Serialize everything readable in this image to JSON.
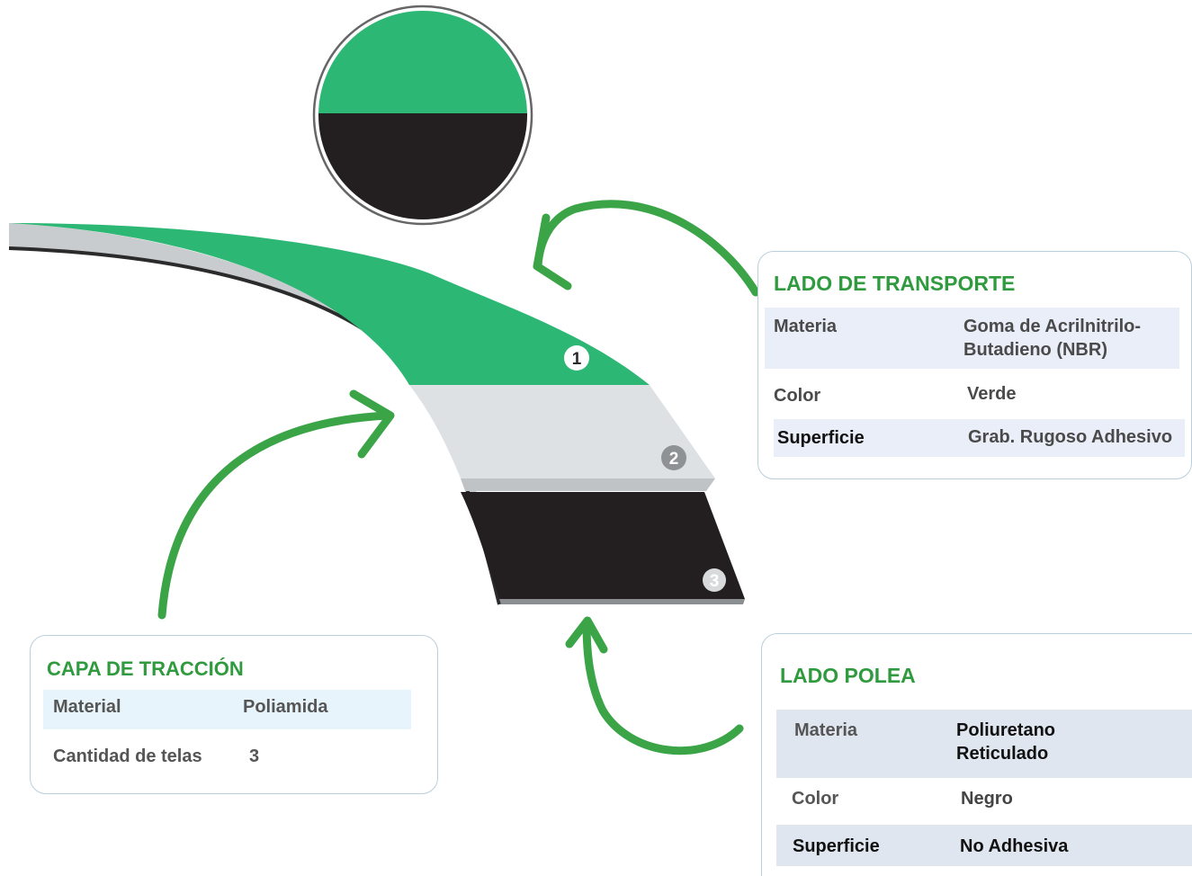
{
  "colors": {
    "accent_green": "#2db774",
    "label_green": "#2f9b3e",
    "arrow_green": "#3aa447",
    "core_gray": "#dde1e4",
    "pulley_black": "#231f20"
  },
  "layer_markers": [
    "1",
    "2",
    "3"
  ],
  "transport_card": {
    "title": "LADO DE TRANSPORTE",
    "material_label": "Materia",
    "material_value": "Goma de Acrilnitrilo-Butadieno (NBR)",
    "color_label": "Color",
    "color_value": "Verde",
    "surface_label": "Superficie",
    "surface_value": "Grab. Rugoso Adhesivo"
  },
  "traction_card": {
    "title": "CAPA DE TRACCIÓN",
    "material_label": "Material",
    "material_value": "Poliamida",
    "plies_label": "Cantidad de telas",
    "plies_value": "3"
  },
  "pulley_card": {
    "title": "LADO POLEA",
    "material_label": "Materia",
    "material_value": "Poliuretano Reticulado",
    "color_label": "Color",
    "color_value": "Negro",
    "surface_label": "Superficie",
    "surface_value": "No Adhesiva"
  }
}
